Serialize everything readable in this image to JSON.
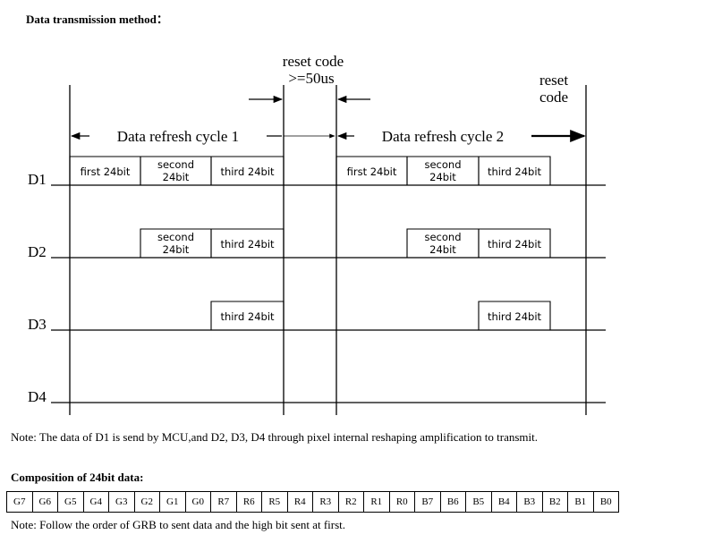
{
  "header": {
    "title": "Data transmission method："
  },
  "diagram": {
    "reset_code_middle": [
      "reset code",
      ">=50us"
    ],
    "reset_code_right": [
      "reset",
      "code"
    ],
    "cycle1_label": "Data refresh cycle 1",
    "cycle2_label": "Data refresh cycle 2",
    "rows": [
      {
        "label": "D1",
        "cycle1": [
          [
            "first 24bit"
          ],
          [
            "second",
            "24bit"
          ],
          [
            "third 24bit"
          ]
        ],
        "cycle2": [
          [
            "first 24bit"
          ],
          [
            "second",
            "24bit"
          ],
          [
            "third 24bit"
          ]
        ]
      },
      {
        "label": "D2",
        "cycle1": [
          [
            "second",
            "24bit"
          ],
          [
            "third 24bit"
          ]
        ],
        "cycle2": [
          [
            "second",
            "24bit"
          ],
          [
            "third 24bit"
          ]
        ]
      },
      {
        "label": "D3",
        "cycle1": [
          [
            "third 24bit"
          ]
        ],
        "cycle2": [
          [
            "third 24bit"
          ]
        ]
      },
      {
        "label": "D4",
        "cycle1": [],
        "cycle2": []
      }
    ]
  },
  "note1": "Note: The data of D1 is send by MCU,and D2, D3, D4 through pixel internal reshaping amplification to transmit.",
  "composition_heading": "Composition of 24bit data:",
  "bits": [
    "G7",
    "G6",
    "G5",
    "G4",
    "G3",
    "G2",
    "G1",
    "G0",
    "R7",
    "R6",
    "R5",
    "R4",
    "R3",
    "R2",
    "R1",
    "R0",
    "B7",
    "B6",
    "B5",
    "B4",
    "B3",
    "B2",
    "B1",
    "B0"
  ],
  "note2": "Note: Follow the order of GRB to sent data and the high bit sent at first."
}
